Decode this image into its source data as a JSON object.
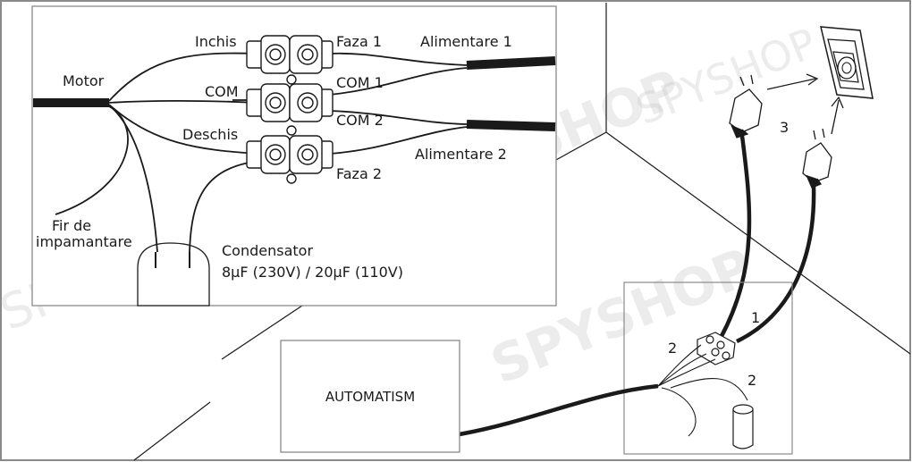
{
  "labels": {
    "inchis": "Inchis",
    "faza1": "Faza 1",
    "alimentare1": "Alimentare 1",
    "motor": "Motor",
    "com": "COM",
    "com1": "COM 1",
    "com2": "COM 2",
    "deschis": "Deschis",
    "alimentare2": "Alimentare 2",
    "faza2": "Faza 2",
    "fir_line1": "Fir de",
    "fir_line2": "impamantare",
    "condensator": "Condensator",
    "condensator_spec": "8μF (230V) / 20μF (110V)",
    "automatism": "AUTOMATISM",
    "step1": "1",
    "step2a": "2",
    "step2b": "2",
    "step3": "3"
  },
  "watermark": "SPYSHOP",
  "colors": {
    "line": "#1a1a1a",
    "border": "#8a8a8a",
    "watermark": "#c9c9c9"
  }
}
